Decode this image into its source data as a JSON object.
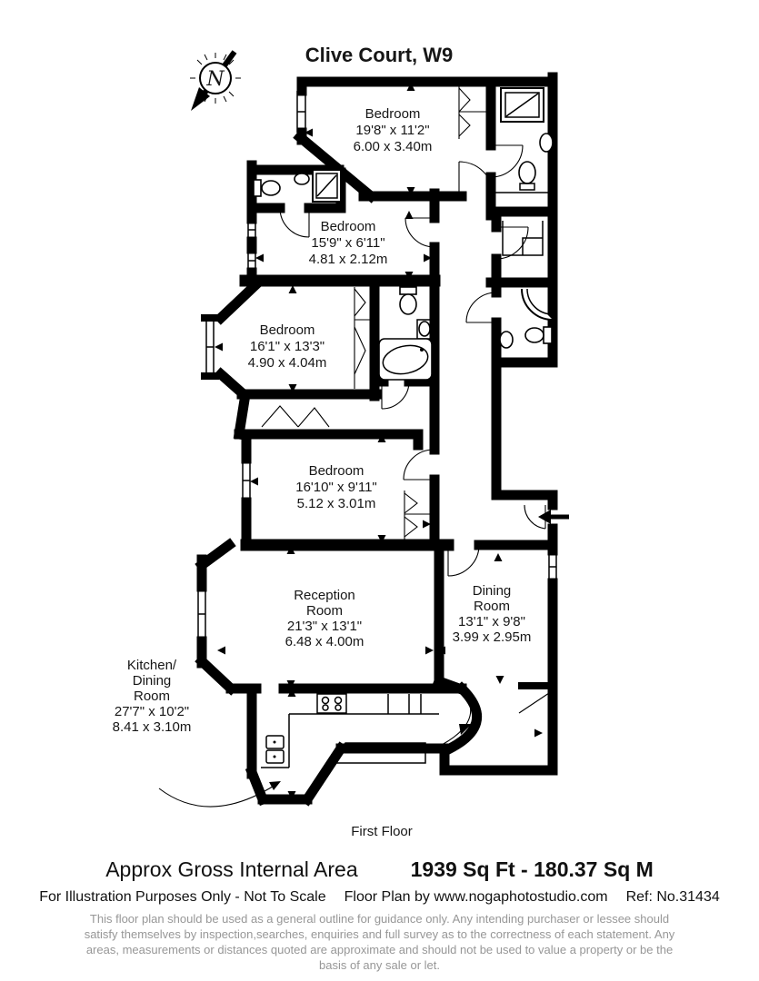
{
  "title": "Clive Court, W9",
  "compass": {
    "north": "N"
  },
  "rooms": [
    {
      "id": "bedroom-1",
      "lines": [
        "Bedroom",
        "19'8\" x 11'2\"",
        "6.00 x 3.40m"
      ]
    },
    {
      "id": "bedroom-2",
      "lines": [
        "Bedroom",
        "15'9\" x 6'11\"",
        "4.81 x 2.12m"
      ]
    },
    {
      "id": "bedroom-3",
      "lines": [
        "Bedroom",
        "16'1\" x 13'3\"",
        "4.90 x 4.04m"
      ]
    },
    {
      "id": "bedroom-4",
      "lines": [
        "Bedroom",
        "16'10\" x 9'11\"",
        "5.12 x 3.01m"
      ]
    },
    {
      "id": "reception-room",
      "lines": [
        "Reception",
        "Room",
        "21'3\" x 13'1\"",
        "6.48 x 4.00m"
      ]
    },
    {
      "id": "dining-room",
      "lines": [
        "Dining",
        "Room",
        "13'1\" x 9'8\"",
        "3.99 x 2.95m"
      ]
    },
    {
      "id": "kitchen-dining-room",
      "lines": [
        "Kitchen/",
        "Dining",
        "Room",
        "27'7\" x 10'2\"",
        "8.41 x 3.10m"
      ]
    }
  ],
  "floor_label": "First Floor",
  "footer": {
    "area_label": "Approx Gross Internal Area",
    "area_value": "1939 Sq Ft  -  180.37 Sq M",
    "illustration_note": "For Illustration Purposes Only - Not To Scale",
    "credit": "Floor Plan by www.nogaphotostudio.com",
    "ref": "Ref: No.31434",
    "disclaimer": "This floor plan should be used as a general outline for guidance only. Any intending purchaser or lessee should satisfy themselves by inspection,searches, enquiries and full survey as to the correctness of each statement. Any areas, measurements or distances quoted are approximate and should not be used to value a property or be the basis of any sale or let."
  }
}
